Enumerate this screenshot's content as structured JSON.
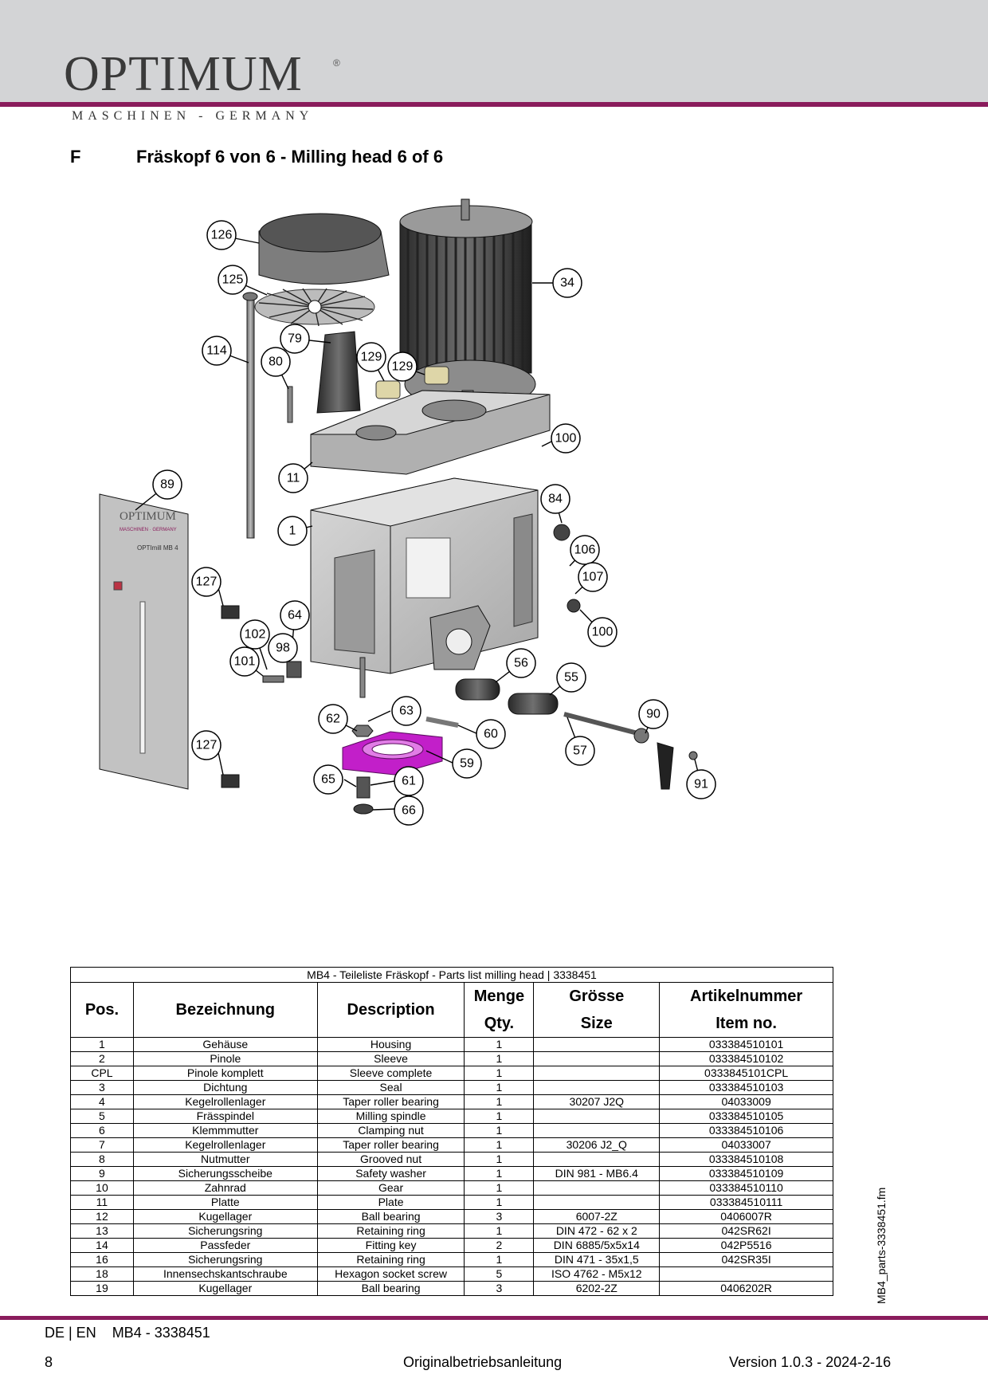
{
  "header": {
    "brand": "OPTIMUM",
    "registered": "®",
    "tagline": "MASCHINEN - GERMANY"
  },
  "section": {
    "letter": "F",
    "title": "Fräskopf 6 von 6 - Milling head 6 of 6"
  },
  "diagram": {
    "panel_brand": "OPTIMUM",
    "panel_tagline": "MASCHINEN · GERMANY",
    "panel_model": "OPTImill MB 4",
    "callouts": [
      "126",
      "125",
      "34",
      "114",
      "79",
      "80",
      "129",
      "129",
      "100",
      "11",
      "89",
      "84",
      "1",
      "106",
      "107",
      "127",
      "64",
      "100",
      "102",
      "98",
      "101",
      "127",
      "56",
      "55",
      "62",
      "63",
      "60",
      "90",
      "57",
      "59",
      "91",
      "65",
      "61",
      "66"
    ]
  },
  "parts_table": {
    "caption": "MB4 - Teileliste Fräskopf - Parts list milling head | 3338451",
    "headers": {
      "pos": "Pos.",
      "bezeichnung": "Bezeichnung",
      "description": "Description",
      "menge": "Menge",
      "qty": "Qty.",
      "groesse": "Grösse",
      "size": "Size",
      "artikelnummer": "Artikelnummer",
      "itemno": "Item no."
    },
    "rows": [
      [
        "1",
        "Gehäuse",
        "Housing",
        "1",
        "",
        "033384510101"
      ],
      [
        "2",
        "Pinole",
        "Sleeve",
        "1",
        "",
        "033384510102"
      ],
      [
        "CPL",
        "Pinole komplett",
        "Sleeve complete",
        "1",
        "",
        "0333845101CPL"
      ],
      [
        "3",
        "Dichtung",
        "Seal",
        "1",
        "",
        "033384510103"
      ],
      [
        "4",
        "Kegelrollenlager",
        "Taper roller bearing",
        "1",
        "30207 J2Q",
        "04033009"
      ],
      [
        "5",
        "Frässpindel",
        "Milling spindle",
        "1",
        "",
        "033384510105"
      ],
      [
        "6",
        "Klemmmutter",
        "Clamping nut",
        "1",
        "",
        "033384510106"
      ],
      [
        "7",
        "Kegelrollenlager",
        "Taper roller bearing",
        "1",
        "30206 J2_Q",
        "04033007"
      ],
      [
        "8",
        "Nutmutter",
        "Grooved nut",
        "1",
        "",
        "033384510108"
      ],
      [
        "9",
        "Sicherungsscheibe",
        "Safety washer",
        "1",
        "DIN 981 - MB6.4",
        "033384510109"
      ],
      [
        "10",
        "Zahnrad",
        "Gear",
        "1",
        "",
        "033384510110"
      ],
      [
        "11",
        "Platte",
        "Plate",
        "1",
        "",
        "033384510111"
      ],
      [
        "12",
        "Kugellager",
        "Ball bearing",
        "3",
        "6007-2Z",
        "0406007R"
      ],
      [
        "13",
        "Sicherungsring",
        "Retaining ring",
        "1",
        "DIN 472 - 62 x 2",
        "042SR62I"
      ],
      [
        "14",
        "Passfeder",
        "Fitting key",
        "2",
        "DIN 6885/5x5x14",
        "042P5516"
      ],
      [
        "16",
        "Sicherungsring",
        "Retaining ring",
        "1",
        "DIN 471 - 35x1,5",
        "042SR35I"
      ],
      [
        "18",
        "Innensechskantschraube",
        "Hexagon socket screw",
        "5",
        "ISO 4762 - M5x12",
        ""
      ],
      [
        "19",
        "Kugellager",
        "Ball bearing",
        "3",
        "6202-2Z",
        "0406202R"
      ]
    ]
  },
  "side_label": "MB4_parts-3338451.fm",
  "footer": {
    "lang": "DE | EN    MB4 - 3338451",
    "page": "8",
    "center": "Originalbetriebsanleitung",
    "version": "Version 1.0.3 - 2024-2-16"
  },
  "colors": {
    "accent": "#8a1c5c",
    "header_band": "#d3d4d6",
    "clamp_part": "#c21fc9"
  }
}
